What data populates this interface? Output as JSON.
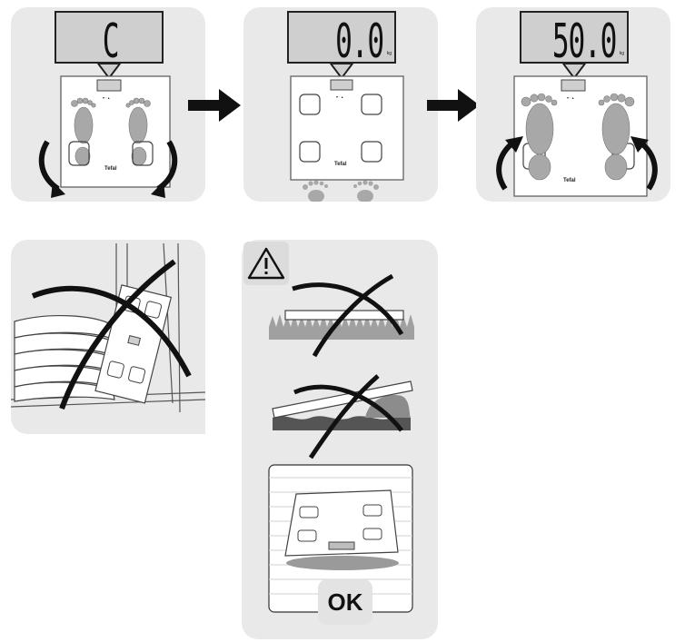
{
  "step1": {
    "display": "C",
    "brand": "Tefal"
  },
  "step2": {
    "display": "0.0",
    "unit": "kg",
    "brand": "Tefal"
  },
  "step3": {
    "display": "50.0",
    "unit": "kg",
    "brand": "Tefal"
  },
  "warning": {
    "icon": "warning-triangle-icon"
  },
  "ok_label": "OK",
  "colors": {
    "panel": "#e9e9e9",
    "lcd": "#cfcfcf",
    "ink": "#111111",
    "feet": "#a8a8a8"
  }
}
